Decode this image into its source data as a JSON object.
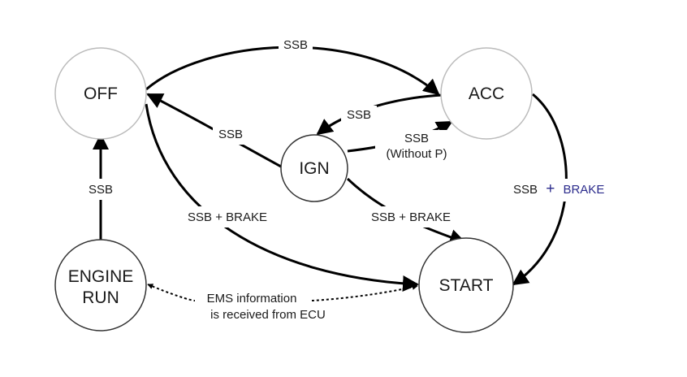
{
  "diagram": {
    "nodes": {
      "off": "OFF",
      "acc": "ACC",
      "ign": "IGN",
      "engine_run_line1": "ENGINE",
      "engine_run_line2": "RUN",
      "start": "START"
    },
    "edges": {
      "off_to_acc": "SSB",
      "acc_to_ign": "SSB",
      "ign_to_off": "SSB",
      "ign_to_acc_line1": "SSB",
      "ign_to_acc_line2": "(Without P)",
      "engine_run_to_off": "SSB",
      "off_to_start": "SSB + BRAKE",
      "ign_to_start": "SSB + BRAKE",
      "acc_to_start_prefix": "SSB",
      "acc_to_start_plus": "+",
      "acc_to_start_brake": "BRAKE",
      "ems_line1": "EMS information",
      "ems_line2": "is received from ECU"
    },
    "colors": {
      "accent": "#2b2b8c"
    }
  }
}
